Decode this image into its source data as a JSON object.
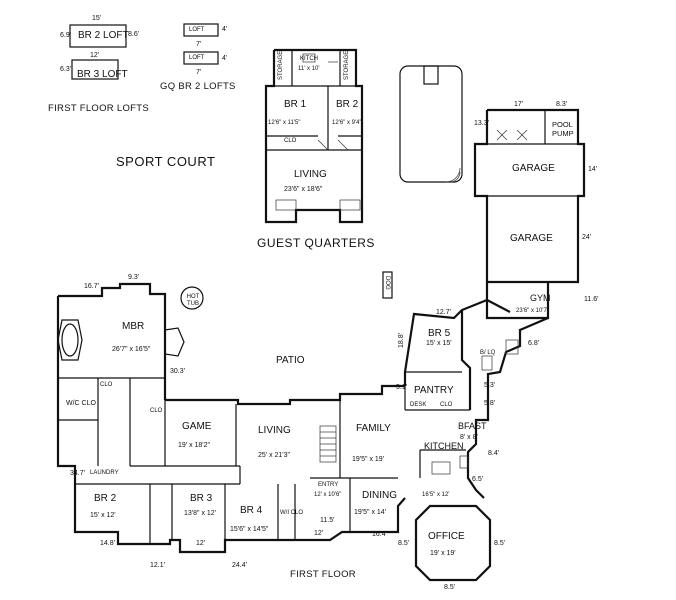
{
  "captions": {
    "first_floor": "FIRST FLOOR",
    "guest_quarters": "GUEST QUARTERS",
    "sport_court": "SPORT COURT",
    "first_floor_lofts": "FIRST FLOOR LOFTS",
    "gq_br2_lofts": "GQ BR 2 LOFTS"
  },
  "lofts": {
    "br2_loft": "BR 2 LOFT",
    "br2_loft_width": "15'",
    "br2_loft_depth": "6.9'",
    "br2_loft_right": "8.6'",
    "br3_loft": "BR 3 LOFT",
    "br3_loft_width": "12'",
    "br3_loft_depth": "6.3'",
    "gq_loft_top": "LOFT",
    "gq_loft_bottom": "LOFT",
    "gq_loft_top_dim": "4'",
    "gq_loft_top_width": "7'",
    "gq_loft_bottom_dim": "4'",
    "gq_loft_bottom_width": "7'"
  },
  "guest": {
    "kitch": "KITCH",
    "kitch_dim": "11' x 10'",
    "storage_left": "STORAGE",
    "storage_right": "STORAGE",
    "br1": "BR 1",
    "br1_dim": "12'6\" x 11'5\"",
    "br2": "BR 2",
    "br2_dim": "12'6\" x 9'4\"",
    "clo": "CLO",
    "living": "LIVING",
    "living_dim": "23'6\" x 18'6\""
  },
  "garage": {
    "top_dim_left": "17'",
    "top_dim_right": "8.3'",
    "left_dim": "13.3'",
    "pool_pump": "POOL PUMP",
    "garage1": "GARAGE",
    "garage1_dim": "14'",
    "garage2": "GARAGE",
    "garage2_dim": "24'",
    "gym": "GYM",
    "gym_dim": "23'6\" x 10'7\"",
    "gym_side": "11.6'"
  },
  "main": {
    "mbr": "MBR",
    "mbr_dim": "26'7\" x 16'5\"",
    "mbr_top_dim": "16.7'",
    "mbr_right_top": "9.3'",
    "mbr_side": "30.3'",
    "hot_tub": "HOT TUB",
    "dog": "DOG",
    "patio": "PATIO",
    "wc_clo": "W/C CLO",
    "clo": "CLO",
    "game": "GAME",
    "game_dim": "19' x 18'2\"",
    "living": "LIVING",
    "living_dim": "25' x 21'3\"",
    "family": "FAMILY",
    "family_dim": "19'5\" x 19'",
    "br5": "BR 5",
    "br5_dim": "15' x 15'",
    "br5_top": "12.7'",
    "br5_left": "18.8'",
    "pantry": "PANTRY",
    "desk": "DESK",
    "pantry_clo": "CLO",
    "bq": "B/ LQ",
    "bfast": "BFAST",
    "bfast_dim": "8' x 8'",
    "kitchen": "KITCHEN",
    "kitchen_dim": "16'5\" x 12'",
    "entry": "ENTRY",
    "entry_dim": "12' x 10'6\"",
    "dining": "DINING",
    "dining_dim": "19'5\" x 14'",
    "office": "OFFICE",
    "office_dim": "19' x 19'",
    "laundry": "LAUNDRY",
    "laundry_side": "34.7'",
    "br2": "BR 2",
    "br2_dim": "15' x 12'",
    "br3": "BR 3",
    "br3_dim": "13'8\" x 12'",
    "br4": "BR 4",
    "br4_dim": "15'6\" x 14'5\"",
    "wi_clo": "W/I CLO",
    "dim_12a": "12'",
    "dim_12b": "12'",
    "dim_14_8": "14.8'",
    "dim_12_1": "12.1'",
    "dim_24_4": "24.4'",
    "dim_11_5": "11.5'",
    "dim_16_4": "16.4'",
    "dim_6_8": "6.8'",
    "dim_5_3": "5.3'",
    "dim_5_8": "5.8'",
    "dim_8_4": "8.4'",
    "dim_6_5": "6.5'",
    "dim_8_5a": "8.5'",
    "dim_8_5b": "8.5'",
    "dim_8_5c": "8.5'",
    "dim_5_1": "5.1'"
  }
}
